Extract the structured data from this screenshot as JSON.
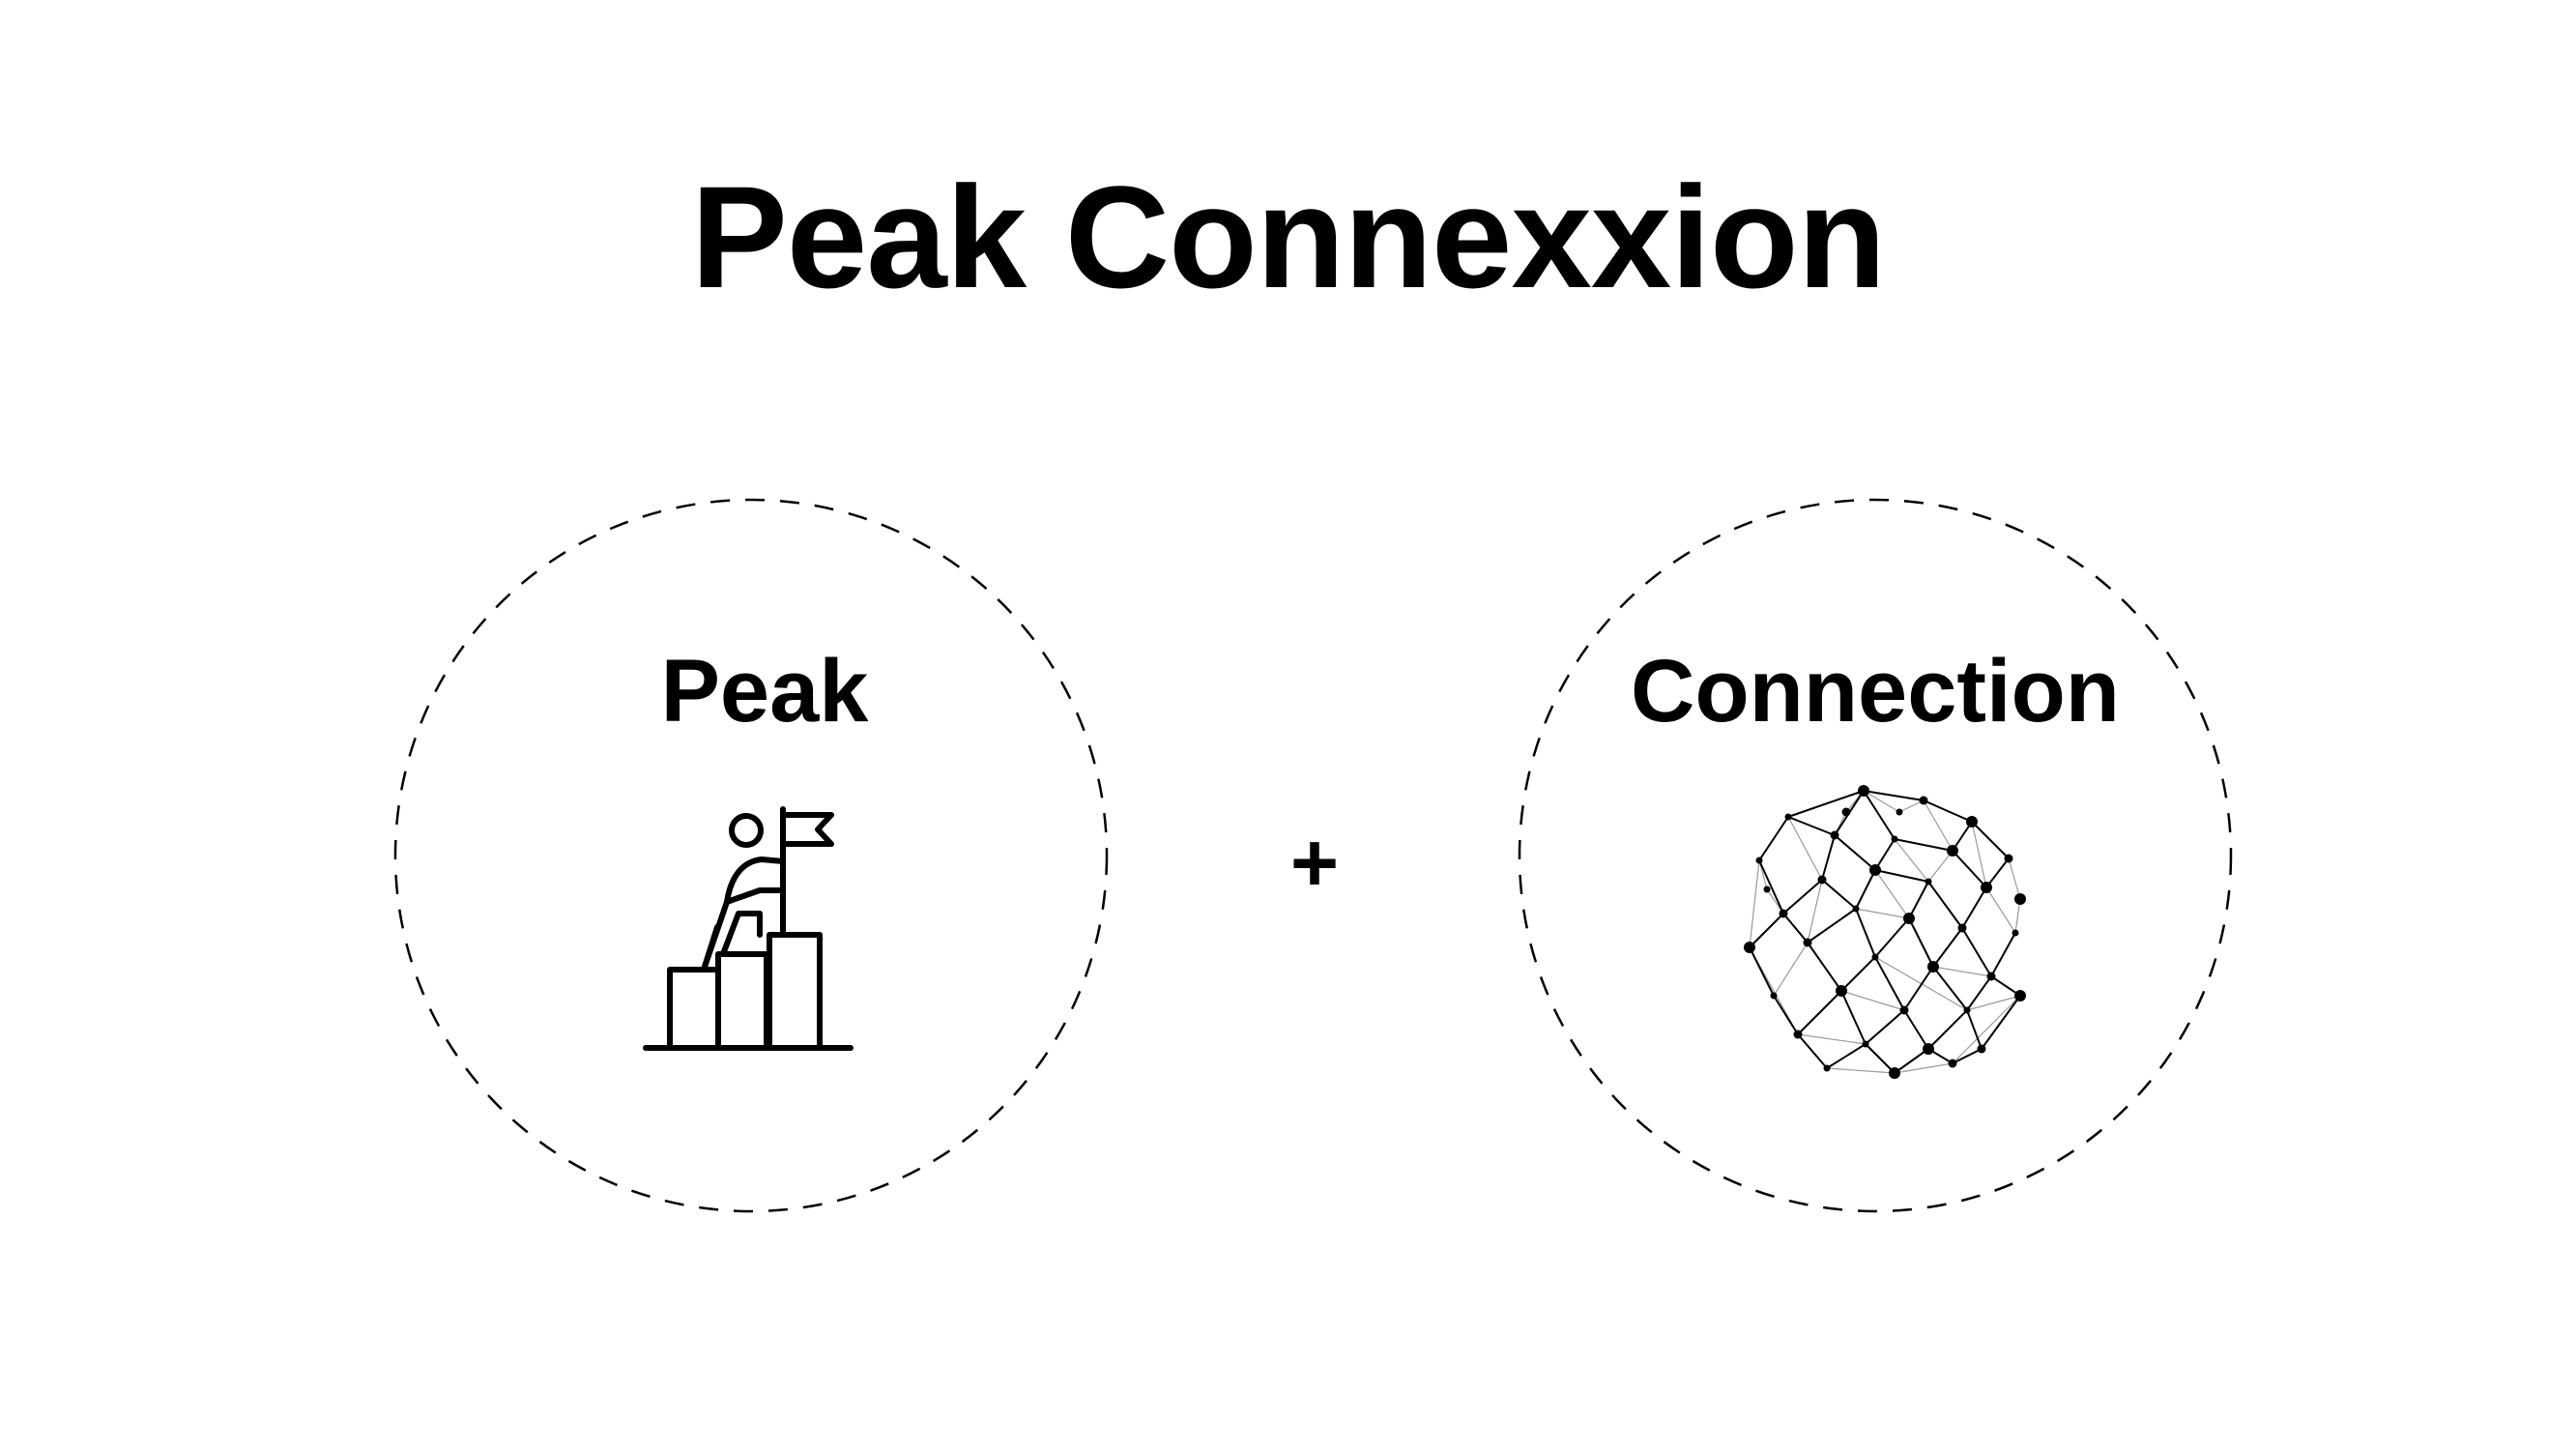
{
  "diagram": {
    "title": "Peak Connexxion",
    "left_node": {
      "label": "Peak",
      "icon": "climber-flag-icon"
    },
    "operator": "+",
    "right_node": {
      "label": "Connection",
      "icon": "network-sphere-icon"
    },
    "colors": {
      "background": "#ffffff",
      "foreground": "#000000"
    }
  }
}
